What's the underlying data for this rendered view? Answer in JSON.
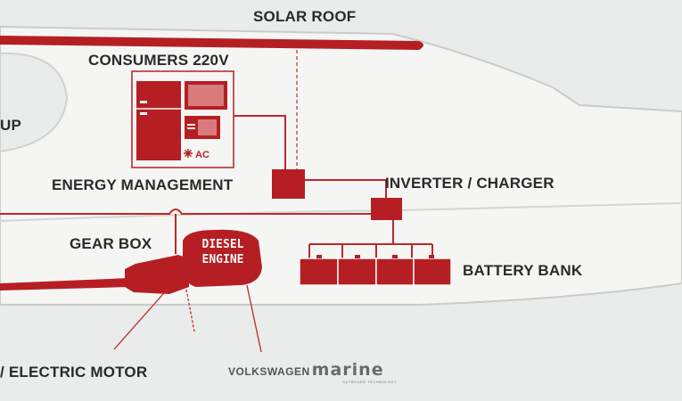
{
  "labels": {
    "solar_roof": "SOLAR ROOF",
    "consumers": "CONSUMERS 220V",
    "up": "UP",
    "energy_management": "ENERGY MANAGEMENT",
    "inverter_charger": "INVERTER / CHARGER",
    "gear_box": "GEAR BOX",
    "diesel_engine_line1": "DIESEL",
    "diesel_engine_line2": "ENGINE",
    "battery_bank": "BATTERY BANK",
    "electric_motor": "/ ELECTRIC MOTOR",
    "ac": "AC"
  },
  "brand": {
    "name": "VOLKSWAGEN",
    "product": "marine",
    "tagline": "OUTBOARD TECHNOLOGY"
  },
  "colors": {
    "component_red": "#b51f24",
    "connector_red": "#c0262c",
    "hull_fill": "#f5f6f4",
    "hull_outline": "#c9ccc9",
    "background": "#e9ecea",
    "label_text": "#2a2a2a"
  },
  "icons": [
    "refrigerator-icon",
    "tv-icon",
    "microwave-icon",
    "snowflake-icon"
  ]
}
